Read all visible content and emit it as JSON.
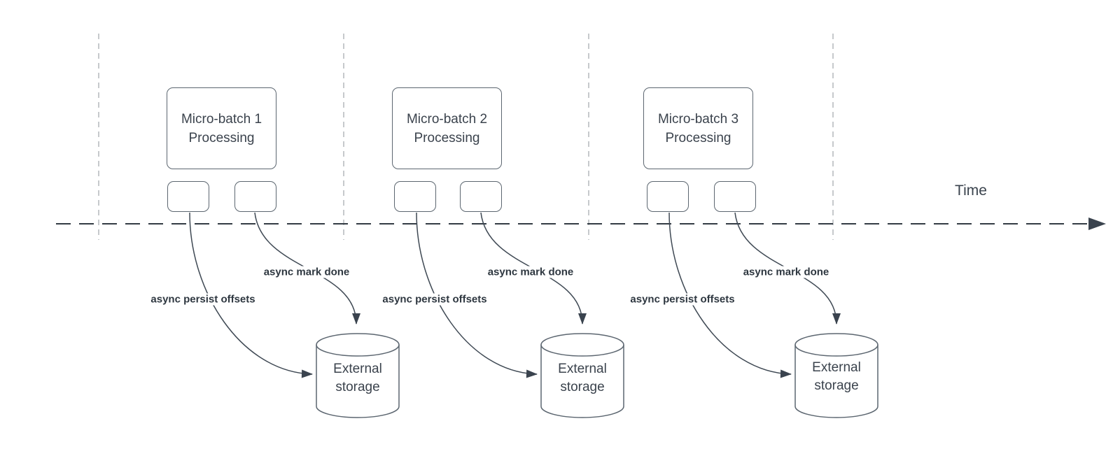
{
  "time_axis": {
    "label": "Time"
  },
  "groups": [
    {
      "title": "Micro-batch 1 Processing",
      "persist_label": "async persist offsets",
      "done_label": "async mark done",
      "storage_label": "External storage"
    },
    {
      "title": "Micro-batch 2 Processing",
      "persist_label": "async persist offsets",
      "done_label": "async mark done",
      "storage_label": "External storage"
    },
    {
      "title": "Micro-batch 3 Processing",
      "persist_label": "async persist offsets",
      "done_label": "async mark done",
      "storage_label": "External storage"
    }
  ],
  "colors": {
    "background": "#ffffff",
    "shape_stroke": "#5c6670",
    "arrow_stroke": "#3f4954",
    "arrowhead_fill": "#3a434e",
    "timeline_stroke": "#333b44",
    "guide_stroke": "#b4b7bb",
    "text": "#3b434d",
    "label_text": "#2e3740"
  }
}
